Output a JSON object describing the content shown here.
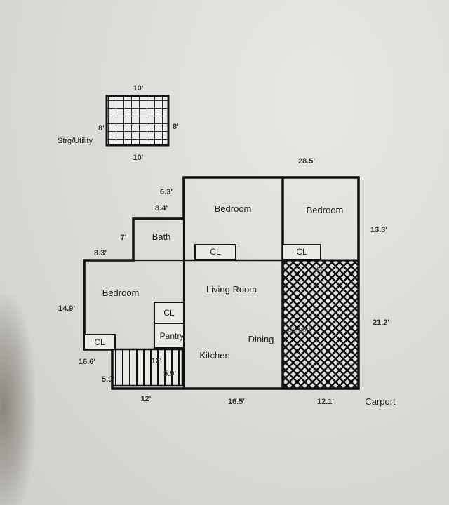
{
  "plan": {
    "storage": {
      "label": "Strg/Utility",
      "dim_top": "10'",
      "dim_bottom": "10'",
      "dim_left": "8'",
      "dim_right": "8'"
    },
    "rooms": {
      "bedroom_top_left": "Bedroom",
      "bedroom_top_right": "Bedroom",
      "bath": "Bath",
      "bedroom_left": "Bedroom",
      "living_room": "Living Room",
      "dining": "Dining",
      "kitchen": "Kitchen",
      "pantry": "Pantry",
      "closet_1": "CL",
      "closet_2": "CL",
      "closet_3": "CL",
      "closet_4": "CL",
      "carport": "Carport",
      "hatched_label": "12'",
      "hatched_faint": "Carport"
    },
    "dimensions": {
      "top_overall": "28.5'",
      "dim_6_3": "6.3'",
      "dim_8_4": "8.4'",
      "dim_7": "7'",
      "dim_8_3": "8.3'",
      "dim_13_3": "13.3'",
      "dim_14_9": "14.9'",
      "dim_21_2": "21.2'",
      "dim_16_6": "16.6'",
      "dim_5_9_left": "5.9'",
      "dim_12_stair": "12'",
      "dim_5_9_stair": "5.9'",
      "bottom_12": "12'",
      "bottom_16_5": "16.5'",
      "bottom_12_1": "12.1'"
    }
  }
}
